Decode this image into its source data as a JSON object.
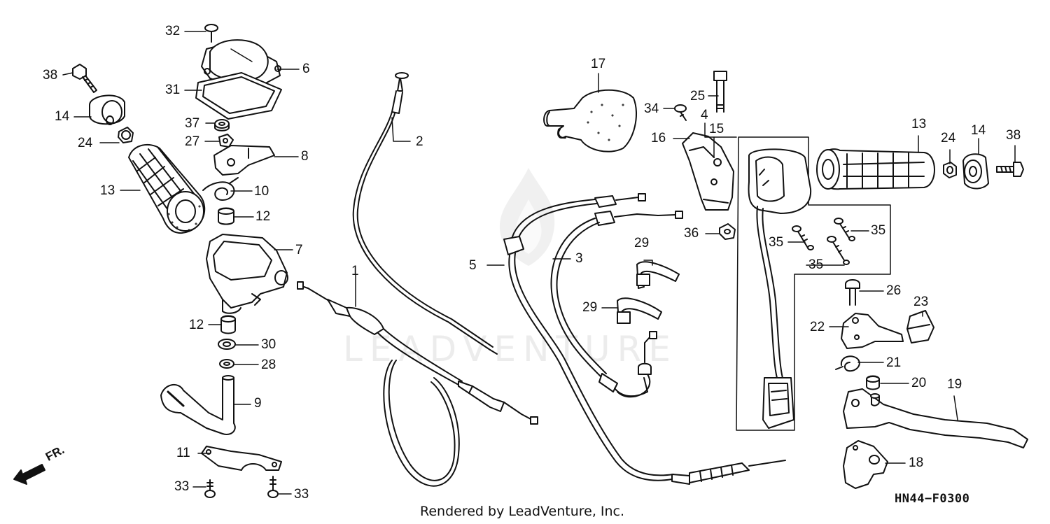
{
  "diagram": {
    "callouts": [
      {
        "id": "c1",
        "text": "1"
      },
      {
        "id": "c2",
        "text": "2"
      },
      {
        "id": "c3",
        "text": "3"
      },
      {
        "id": "c4",
        "text": "4"
      },
      {
        "id": "c5",
        "text": "5"
      },
      {
        "id": "c6",
        "text": "6"
      },
      {
        "id": "c7",
        "text": "7"
      },
      {
        "id": "c8",
        "text": "8"
      },
      {
        "id": "c9",
        "text": "9"
      },
      {
        "id": "c10",
        "text": "10"
      },
      {
        "id": "c11",
        "text": "11"
      },
      {
        "id": "c12a",
        "text": "12"
      },
      {
        "id": "c12b",
        "text": "12"
      },
      {
        "id": "c13a",
        "text": "13"
      },
      {
        "id": "c13b",
        "text": "13"
      },
      {
        "id": "c14a",
        "text": "14"
      },
      {
        "id": "c14b",
        "text": "14"
      },
      {
        "id": "c15",
        "text": "15"
      },
      {
        "id": "c16",
        "text": "16"
      },
      {
        "id": "c17",
        "text": "17"
      },
      {
        "id": "c18",
        "text": "18"
      },
      {
        "id": "c19",
        "text": "19"
      },
      {
        "id": "c20",
        "text": "20"
      },
      {
        "id": "c21",
        "text": "21"
      },
      {
        "id": "c22",
        "text": "22"
      },
      {
        "id": "c23",
        "text": "23"
      },
      {
        "id": "c24a",
        "text": "24"
      },
      {
        "id": "c24b",
        "text": "24"
      },
      {
        "id": "c25",
        "text": "25"
      },
      {
        "id": "c26",
        "text": "26"
      },
      {
        "id": "c27",
        "text": "27"
      },
      {
        "id": "c28",
        "text": "28"
      },
      {
        "id": "c29a",
        "text": "29"
      },
      {
        "id": "c29b",
        "text": "29"
      },
      {
        "id": "c30",
        "text": "30"
      },
      {
        "id": "c31",
        "text": "31"
      },
      {
        "id": "c32",
        "text": "32"
      },
      {
        "id": "c33a",
        "text": "33"
      },
      {
        "id": "c33b",
        "text": "33"
      },
      {
        "id": "c34",
        "text": "34"
      },
      {
        "id": "c35a",
        "text": "35"
      },
      {
        "id": "c35b",
        "text": "35"
      },
      {
        "id": "c35c",
        "text": "35"
      },
      {
        "id": "c36",
        "text": "36"
      },
      {
        "id": "c37",
        "text": "37"
      },
      {
        "id": "c38a",
        "text": "38"
      },
      {
        "id": "c38b",
        "text": "38"
      }
    ],
    "direction_label": "FR.",
    "diagram_code": "HN44−F0300",
    "watermark": "LEADVENTURE"
  },
  "footer": {
    "rendered_by": "Rendered by LeadVenture, Inc."
  },
  "colors": {
    "ink": "#111111",
    "paper": "#ffffff",
    "watermark": "#ececec"
  }
}
